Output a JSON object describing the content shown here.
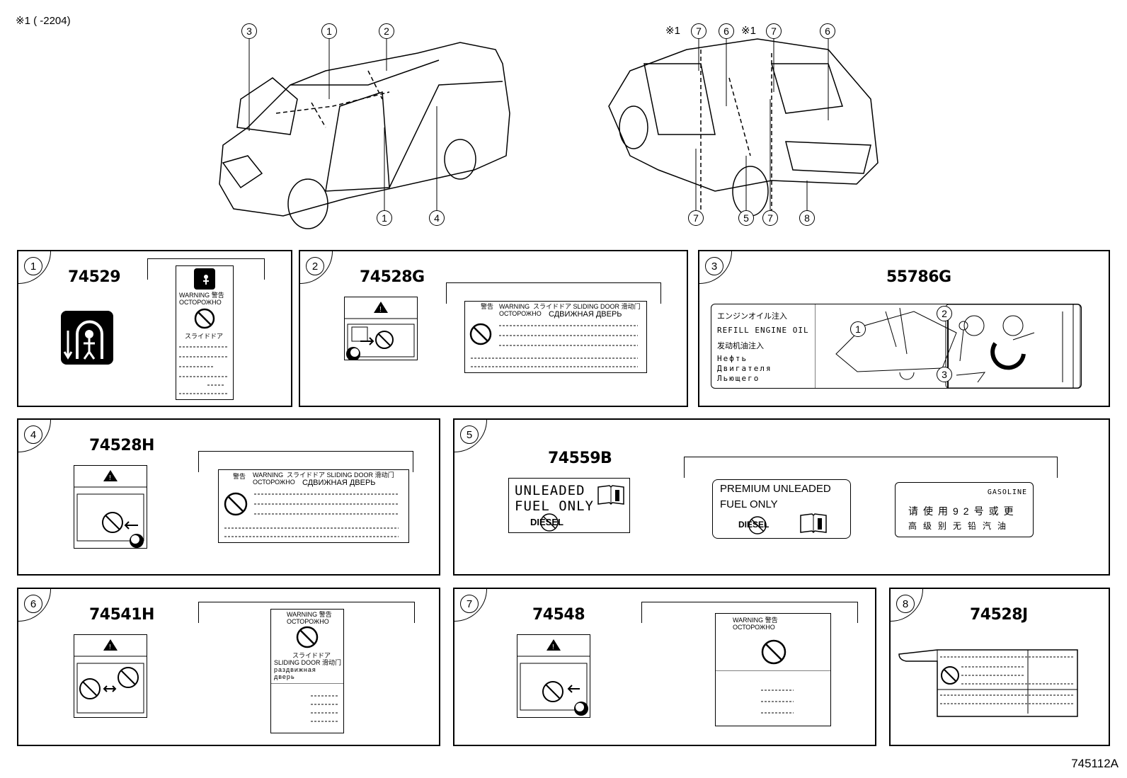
{
  "header_note": "※1 (      -2204)",
  "diagram_id": "745112A",
  "callouts": {
    "front": [
      "3",
      "1",
      "2",
      "1",
      "4"
    ],
    "rear_top": [
      "※1",
      "7",
      "6",
      "※1",
      "7",
      "6"
    ],
    "rear_bottom": [
      "7",
      "5",
      "7",
      "8"
    ]
  },
  "panels": [
    {
      "index": "1",
      "part_number": "74529",
      "label_texts": {
        "warning": "WARNING",
        "russian": "ОСТОРОЖНО",
        "chinese": "警告",
        "sliding_jp": "スライドドア"
      }
    },
    {
      "index": "2",
      "part_number": "74528G",
      "label_texts": {
        "header_jp": "警告",
        "warning": "WARNING",
        "russian": "ОСТОРОЖНО",
        "sliding_jp": "スライドドア",
        "sliding_en": "SLIDING DOOR",
        "sliding_cn": "滑动门",
        "sliding_ru": "СДВИЖНАЯ ДВЕРЬ"
      }
    },
    {
      "index": "3",
      "part_number": "55786G",
      "label_texts": {
        "jp": "エンジンオイル注入",
        "en": "REFILL ENGINE OIL",
        "cn": "发动机油注入",
        "ru1": "Нефть",
        "ru2": "Двигателя",
        "ru3": "Льющего",
        "c1": "1",
        "c2": "2",
        "c3": "3"
      }
    },
    {
      "index": "4",
      "part_number": "74528H",
      "label_texts": {
        "header_jp": "警告",
        "warning": "WARNING",
        "russian": "ОСТОРОЖНО",
        "sliding_jp": "スライドドア",
        "sliding_en": "SLIDING DOOR",
        "sliding_cn": "滑动门",
        "sliding_ru": "СДВИЖНАЯ ДВЕРЬ"
      }
    },
    {
      "index": "5",
      "part_number": "74559B",
      "label_texts": {
        "l1": "UNLEADED",
        "l2": "FUEL ONLY",
        "diesel": "DIESEL",
        "p1": "PREMIUM UNLEADED",
        "p2": "FUEL ONLY",
        "gasoline": "GASOLINE",
        "cn1": "请使用92号或更",
        "cn2": "高级别无铅汽油"
      }
    },
    {
      "index": "6",
      "part_number": "74541H",
      "label_texts": {
        "warning": "WARNING",
        "russian": "ОСТОРОЖНО",
        "chinese": "警告",
        "sliding_jp": "スライドドア",
        "sliding_en": "SLIDING DOOR",
        "sliding_cn": "滑动门",
        "sliding_ru1": "раздвижная",
        "sliding_ru2": "дверь"
      }
    },
    {
      "index": "7",
      "part_number": "74548",
      "label_texts": {
        "warning": "WARNING",
        "russian": "ОСТОРОЖНО",
        "chinese": "警告"
      }
    },
    {
      "index": "8",
      "part_number": "74528J"
    }
  ]
}
